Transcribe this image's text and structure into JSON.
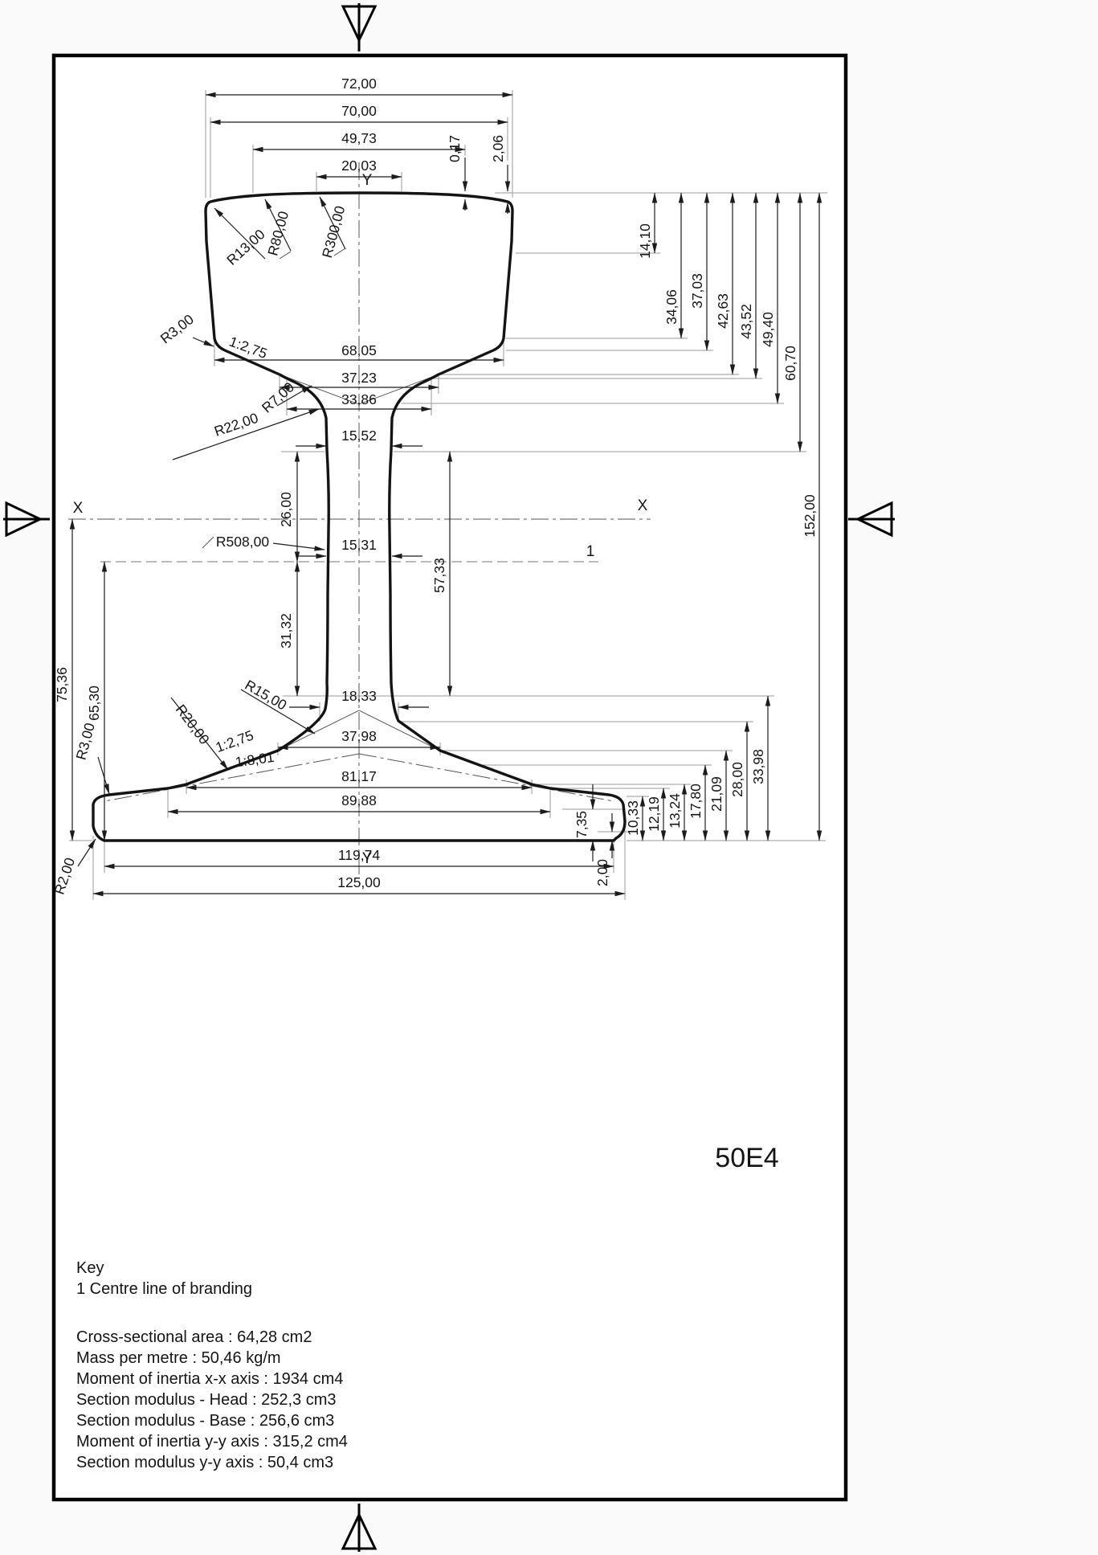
{
  "title": "50E4",
  "axes": {
    "x_left": "X",
    "x_right": "X",
    "y_top": "Y",
    "y_bottom": "Y",
    "branding_line": "1"
  },
  "dim": {
    "w72": "72,00",
    "w70": "70,00",
    "w4973": "49,73",
    "w2003": "20,03",
    "drop017": "0,17",
    "drop206": "2,06",
    "r13": "R13,00",
    "r80": "R80,00",
    "r300": "R300,00",
    "h1410": "14,10",
    "h3406": "34,06",
    "h3703": "37,03",
    "h4263": "42,63",
    "h4352": "43,52",
    "h4940": "49,40",
    "h6070": "60,70",
    "h15200": "152,00",
    "w6805": "68,05",
    "w3723": "37,23",
    "w3386": "33,86",
    "r3head": "R3,00",
    "slope275head": "1:2,75",
    "r7": "R7,00",
    "r22": "R22,00",
    "w1552": "15,52",
    "v2600": "26,00",
    "r508": "R508,00",
    "w1531": "15,31",
    "v5733": "57,33",
    "v3132": "31,32",
    "v7536": "75,36",
    "v6530": "65,30",
    "r15": "R15,00",
    "w1833": "18,33",
    "r20": "R20,00",
    "slope275foot": "1:2,75",
    "slope801": "1:8,01",
    "w3798": "37,98",
    "r3foot": "R3,00",
    "w8117": "81,17",
    "w8988": "89,88",
    "h735": "7,35",
    "h200": "2,00",
    "h1033": "10,33",
    "h1219": "12,19",
    "h1324": "13,24",
    "h1780": "17,80",
    "h2109": "21,09",
    "h2800": "28,00",
    "h3398": "33,98",
    "w11974": "119,74",
    "w12500": "125,00",
    "r2": "R2,00"
  },
  "key": {
    "heading": "Key",
    "line1": "1 Centre line of branding"
  },
  "properties": [
    "Cross-sectional area : 64,28 cm2",
    "Mass per metre : 50,46 kg/m",
    "Moment of inertia x-x axis : 1934 cm4",
    "Section modulus - Head : 252,3 cm3",
    "Section modulus - Base : 256,6 cm3",
    "Moment of inertia y-y axis : 315,2 cm4",
    "Section modulus y-y axis : 50,4 cm3"
  ],
  "colors": {
    "line": "#141414",
    "extension": "#9a9a9a",
    "paper": "#ffffff"
  }
}
